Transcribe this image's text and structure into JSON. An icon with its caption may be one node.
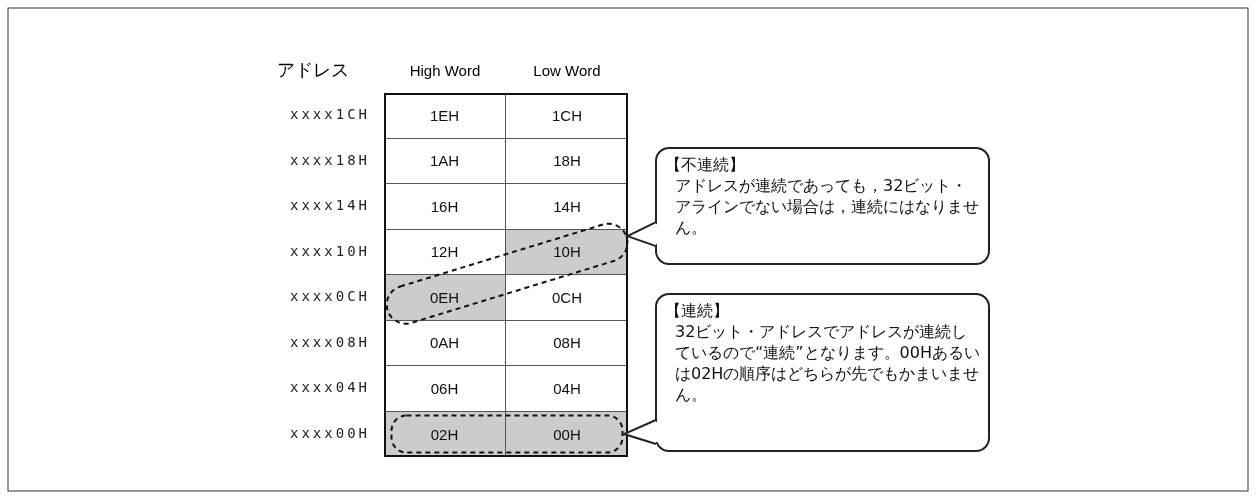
{
  "diagram": {
    "nodes": [
      {
        "text": [
          "【不連続】",
          "アドレスが連続であっても，32ビット・アラインでない場合は，連続にはなりません。"
        ]
      },
      {
        "text": [],
        "shape": "ellipse"
      },
      {
        "text": [
          "【連続】",
          "32ビット・アドレスでアドレスが連続しているので“連続”となります。00Hあるいは02Hの順序はどちらが先でもかまいません。"
        ]
      },
      {
        "text": [],
        "shape": "box"
      }
    ],
    "edges": [
      {
        "from": 0,
        "to": 1,
        "arrow": "to"
      },
      {
        "from": 2,
        "to": 3,
        "arrow": "to"
      }
    ],
    "labels": [
      "アドレス",
      "High Word",
      "Low Word",
      "xxxx1CH",
      "1EH",
      "1CH",
      "xxxx18H",
      "1AH",
      "18H",
      "xxxx14H",
      "16H",
      "14H",
      "xxxx10H",
      "12H",
      "10H",
      "xxxx0CH",
      "0EH",
      "0CH",
      "xxxx08H",
      "0AH",
      "08H",
      "xxxx04H",
      "06H",
      "04H",
      "xxxx00H",
      "02H",
      "00H"
    ]
  }
}
